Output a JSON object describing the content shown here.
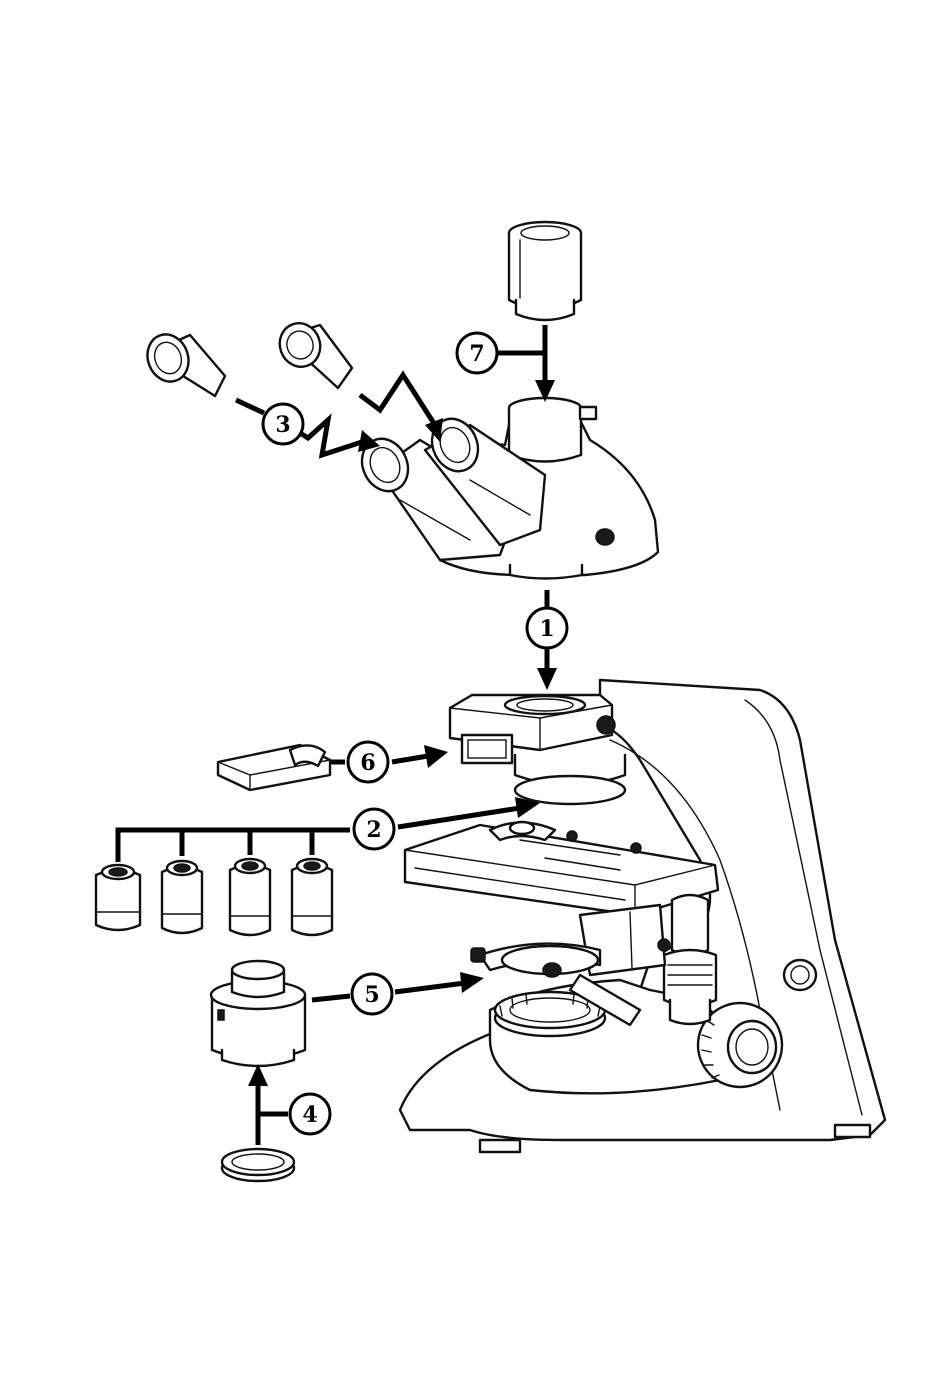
{
  "diagram": {
    "callouts": [
      {
        "id": "c1",
        "label": "1"
      },
      {
        "id": "c2",
        "label": "2"
      },
      {
        "id": "c3",
        "label": "3"
      },
      {
        "id": "c4",
        "label": "4"
      },
      {
        "id": "c5",
        "label": "5"
      },
      {
        "id": "c6",
        "label": "6"
      },
      {
        "id": "c7",
        "label": "7"
      }
    ],
    "colors": {
      "line": "#111111",
      "background": "#ffffff",
      "fill_light": "#d9d9d9"
    }
  }
}
